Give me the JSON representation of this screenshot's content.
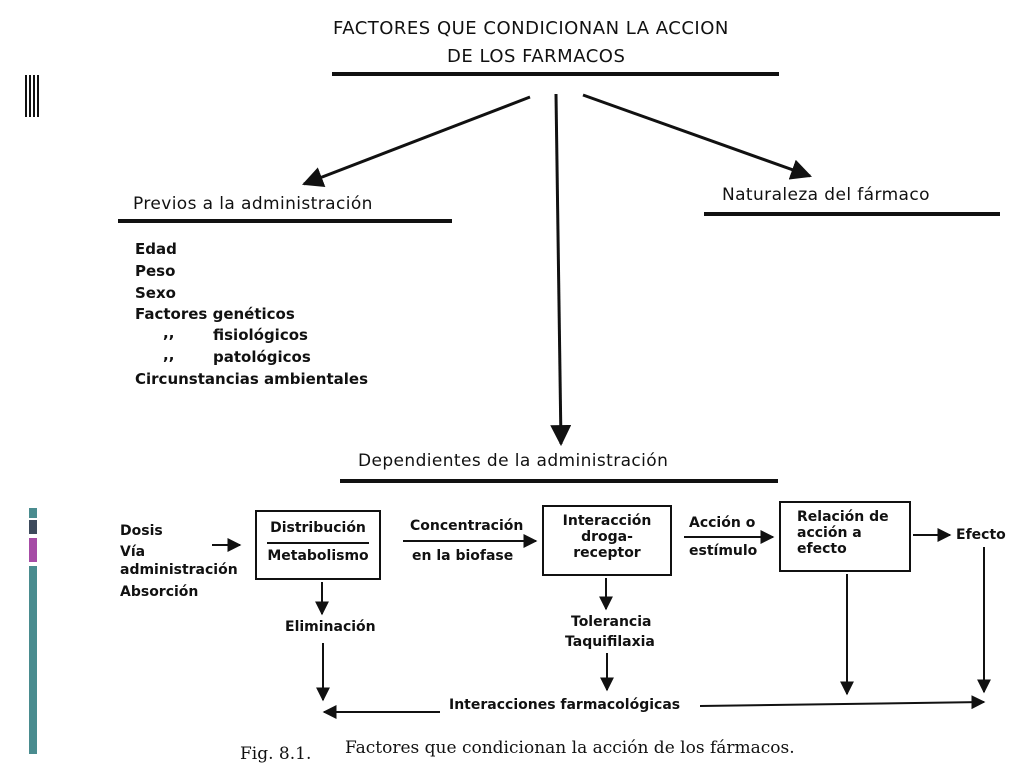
{
  "title": {
    "line1": "FACTORES QUE CONDICIONAN LA ACCION",
    "line2": "DE LOS FARMACOS"
  },
  "previos": {
    "heading": "Previos a la administración",
    "items": [
      "Edad",
      "Peso",
      "Sexo",
      "Factores genéticos",
      ",,",
      "fisiológicos",
      ",,",
      "patológicos",
      "Circunstancias ambientales"
    ]
  },
  "naturaleza": {
    "heading": "Naturaleza del fármaco"
  },
  "dependientes": {
    "heading": "Dependientes de la administración"
  },
  "flow": {
    "inputs": [
      "Dosis",
      "Vía",
      "administración",
      "Absorción"
    ],
    "box1": {
      "top": "Distribución",
      "bottom": "Metabolismo"
    },
    "arrow1": {
      "line1": "Concentración",
      "line2": "en la biofase"
    },
    "box2": {
      "line1": "Interacción",
      "line2": "droga-",
      "line3": "receptor"
    },
    "arrow2": {
      "line1": "Acción o",
      "line2": "estímulo"
    },
    "box3": {
      "line1": "Relación de",
      "line2": "acción a",
      "line3": "efecto"
    },
    "effect": "Efecto",
    "eliminacion": "Eliminación",
    "tolerancia": {
      "line1": "Tolerancia",
      "line2": "Taquifilaxia"
    },
    "interacciones": "Interacciones farmacológicas"
  },
  "caption": {
    "label": "Fig. 8.1.",
    "text": "Factores que condicionan la acción de los fármacos."
  },
  "colors": {
    "ink": "#111111",
    "teal": "#4a8c8f",
    "magenta": "#a64ca6",
    "slate": "#3d4a5c"
  }
}
